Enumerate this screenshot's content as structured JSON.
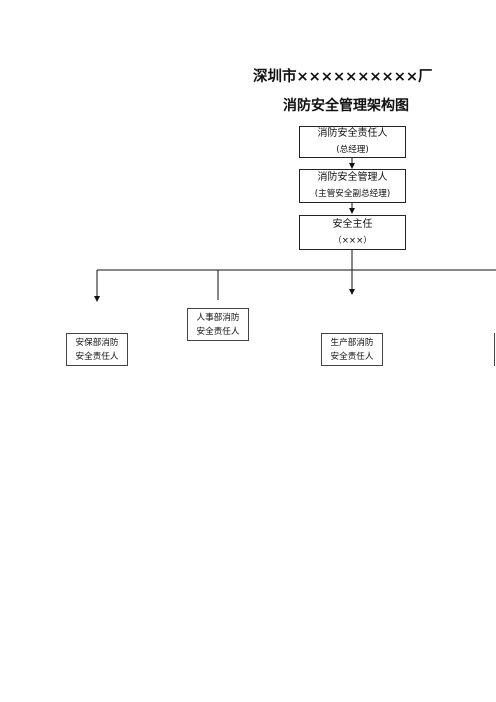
{
  "title_line1": "深圳市××××××××××厂",
  "title_line2": "消防安全管理架构图",
  "nodes": {
    "responsible": {
      "name": "消防安全责任人",
      "role": "(总经理)"
    },
    "manager": {
      "name": "消防安全管理人",
      "role": "(主管安全副总经理)"
    },
    "director": {
      "name": "安全主任",
      "role": "（×××）"
    }
  },
  "departments": [
    {
      "line1": "安保部消防",
      "line2": "安全责任人"
    },
    {
      "line1": "人事部消防",
      "line2": "安全责任人"
    },
    {
      "line1": "生产部消防",
      "line2": "安全责任人"
    }
  ]
}
